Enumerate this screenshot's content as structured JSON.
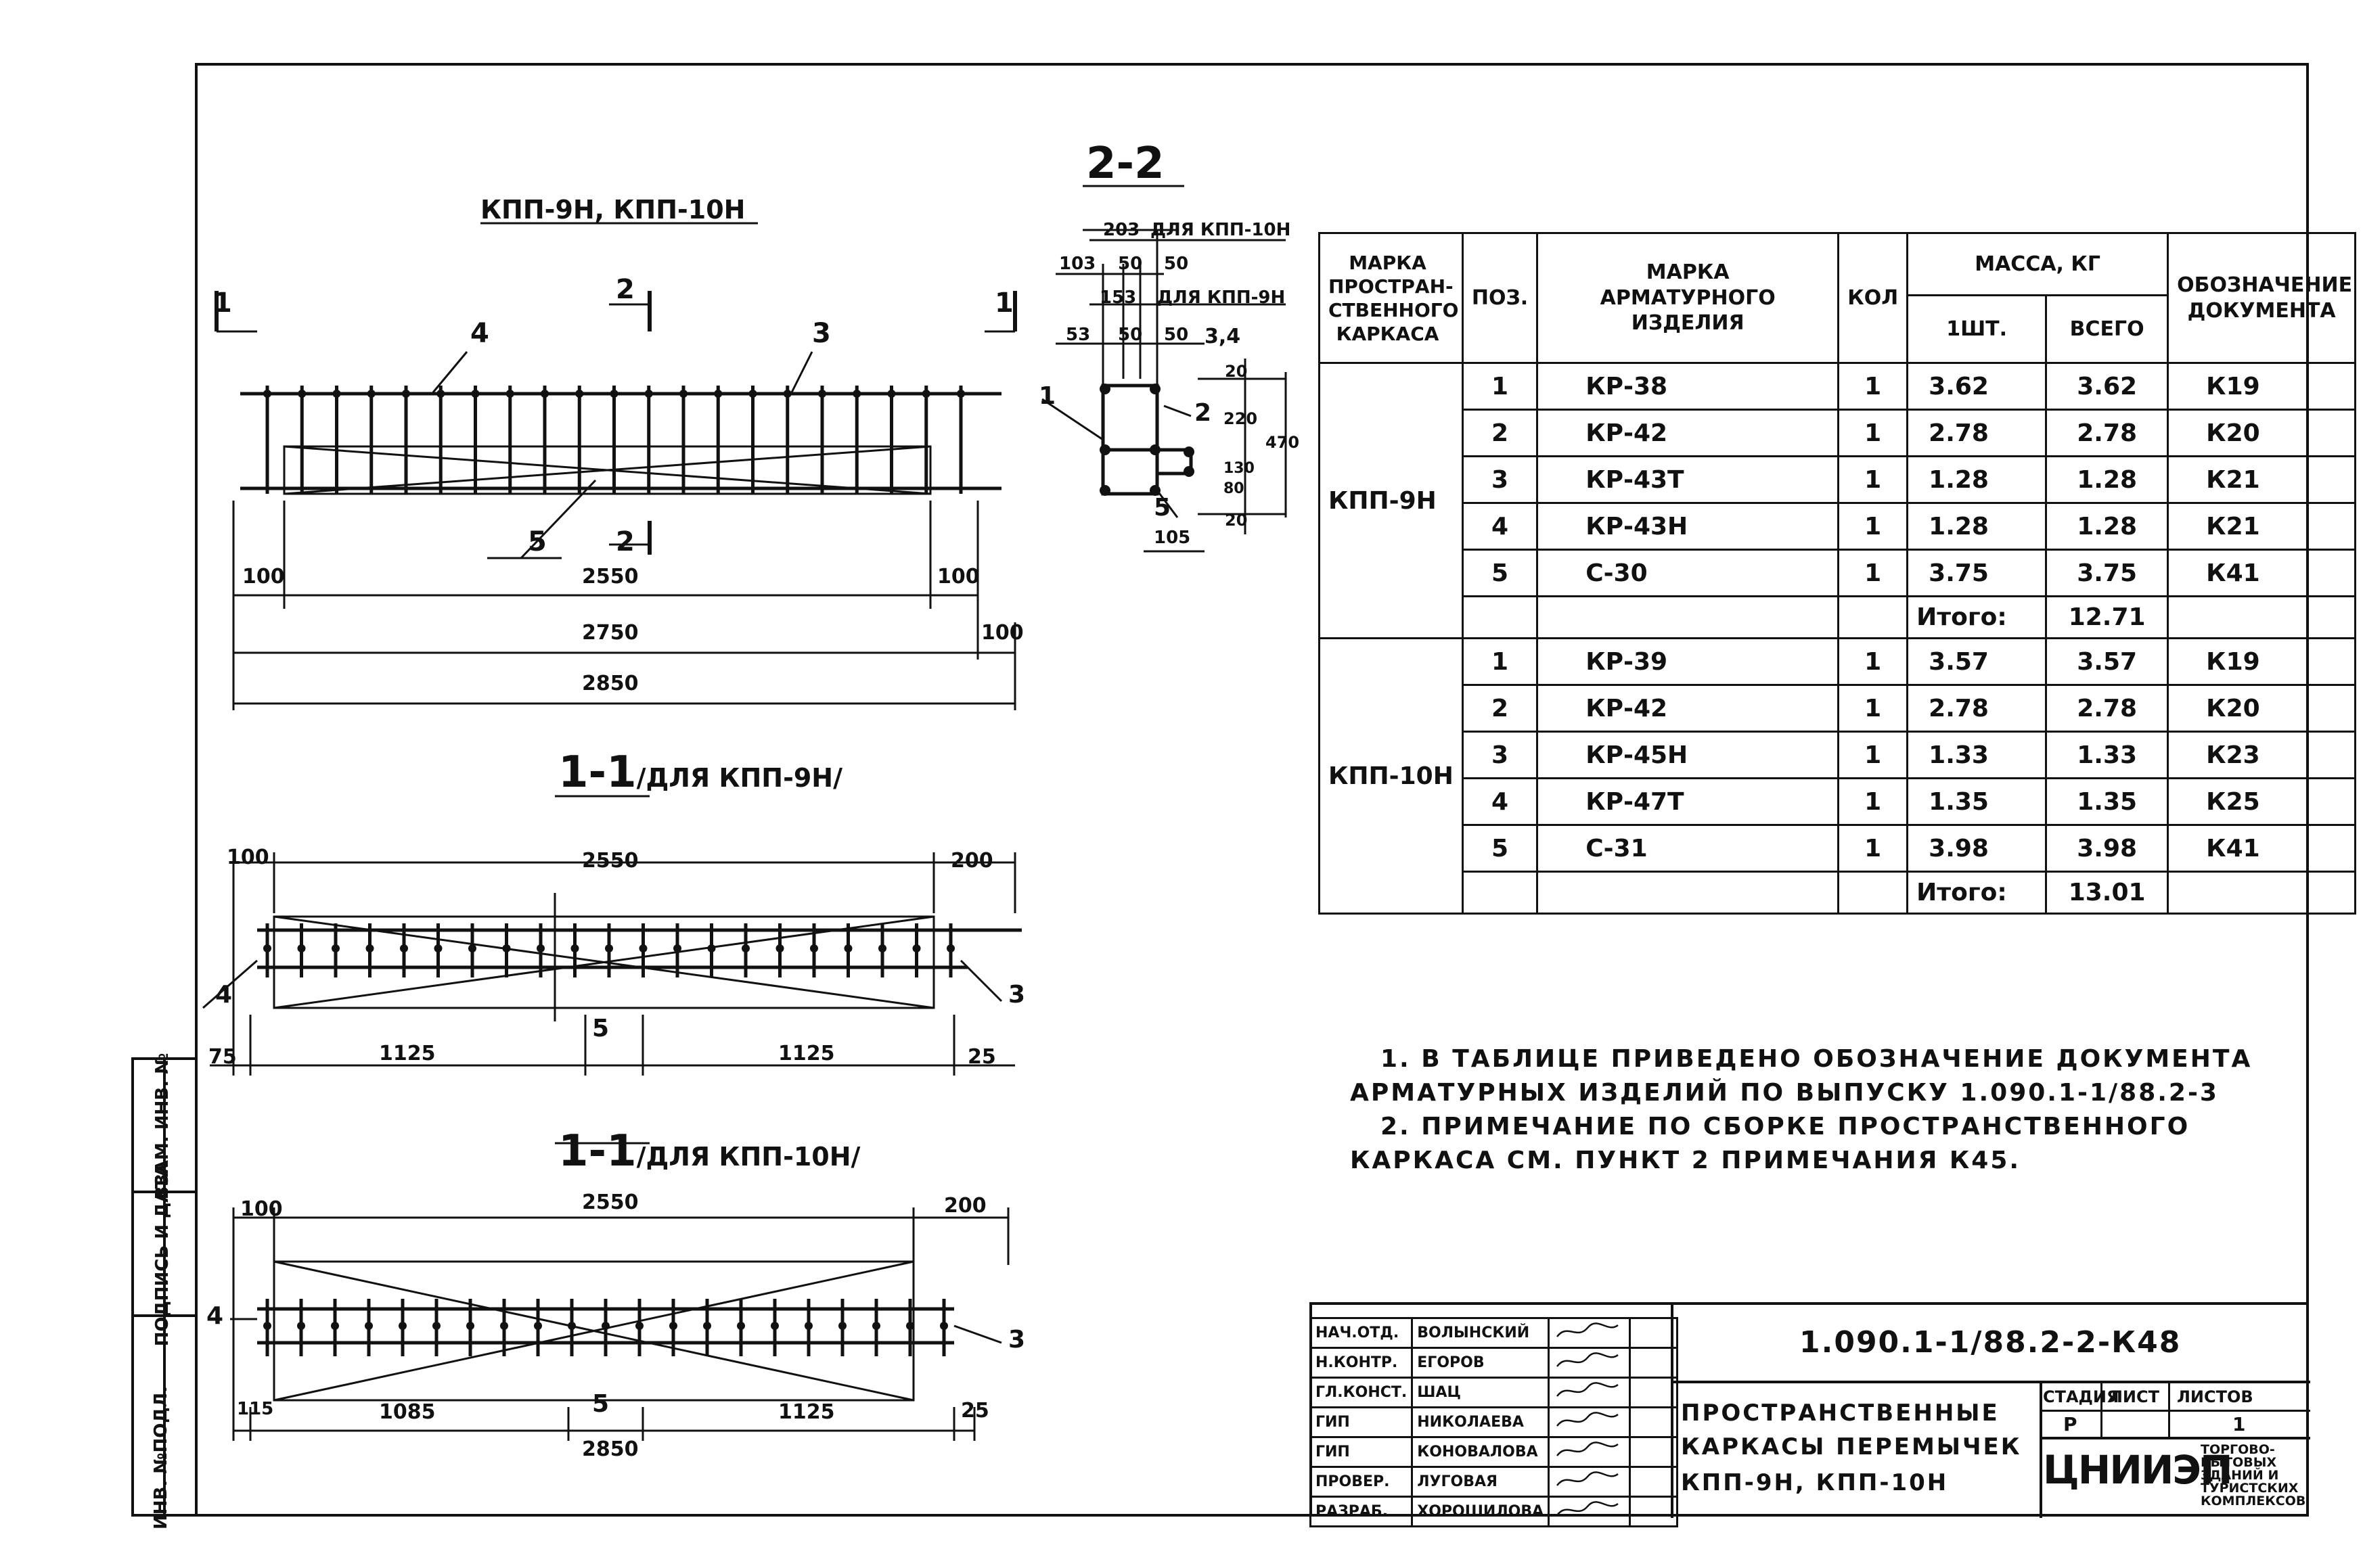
{
  "drawing": {
    "title_top": "КПП-9Н, КПП-10Н",
    "section_22": "2-2",
    "section_11_9": "1-1",
    "section_11_9_note": "/ДЛЯ КПП-9Н/",
    "section_11_10": "1-1",
    "section_11_10_note": "/ДЛЯ КПП-10Н/",
    "elev_dims": [
      "100",
      "2550",
      "100",
      "2750",
      "100",
      "2850"
    ],
    "elev_marks": [
      "1",
      "2",
      "1",
      "4",
      "3",
      "5",
      "2"
    ],
    "s9_dims": [
      "100",
      "2550",
      "200",
      "75",
      "1125",
      "1125",
      "25"
    ],
    "s9_marks": [
      "4",
      "5",
      "3"
    ],
    "s10_dims": [
      "100",
      "2550",
      "200",
      "115",
      "1085",
      "1125",
      "25",
      "2850"
    ],
    "s10_marks": [
      "4",
      "5",
      "3"
    ],
    "sec22_dims": [
      "203",
      "ДЛЯ КПП-10Н",
      "103",
      "50",
      "50",
      "153",
      "ДЛЯ КПП-9Н",
      "53",
      "50",
      "50",
      "3,4",
      "20",
      "220",
      "470",
      "20",
      "130",
      "80",
      "105"
    ],
    "sec22_marks": [
      "1",
      "2",
      "5"
    ]
  },
  "spec_table": {
    "headers": {
      "col1": "МАРКА ПРОСТРАН- СТВЕННОГО КАРКАСА",
      "col2": "ПОЗ.",
      "col3": "МАРКА АРМАТУРНОГО ИЗДЕЛИЯ",
      "col4": "КОЛ",
      "mass": "МАССА, КГ",
      "mass1": "1ШТ.",
      "mass2": "ВСЕГО",
      "col7": "ОБОЗНАЧЕНИЕ ДОКУМЕНТА"
    },
    "groups": [
      {
        "name": "КПП-9Н",
        "rows": [
          {
            "pos": "1",
            "mark": "КР-38",
            "qty": "1",
            "m1": "3.62",
            "mt": "3.62",
            "doc": "К19"
          },
          {
            "pos": "2",
            "mark": "КР-42",
            "qty": "1",
            "m1": "2.78",
            "mt": "2.78",
            "doc": "К20"
          },
          {
            "pos": "3",
            "mark": "КР-43Т",
            "qty": "1",
            "m1": "1.28",
            "mt": "1.28",
            "doc": "К21"
          },
          {
            "pos": "4",
            "mark": "КР-43Н",
            "qty": "1",
            "m1": "1.28",
            "mt": "1.28",
            "doc": "К21"
          },
          {
            "pos": "5",
            "mark": "С-30",
            "qty": "1",
            "m1": "3.75",
            "mt": "3.75",
            "doc": "К41"
          }
        ],
        "total_label": "Итого:",
        "total": "12.71"
      },
      {
        "name": "КПП-10Н",
        "rows": [
          {
            "pos": "1",
            "mark": "КР-39",
            "qty": "1",
            "m1": "3.57",
            "mt": "3.57",
            "doc": "К19"
          },
          {
            "pos": "2",
            "mark": "КР-42",
            "qty": "1",
            "m1": "2.78",
            "mt": "2.78",
            "doc": "К20"
          },
          {
            "pos": "3",
            "mark": "КР-45Н",
            "qty": "1",
            "m1": "1.33",
            "mt": "1.33",
            "doc": "К23"
          },
          {
            "pos": "4",
            "mark": "КР-47Т",
            "qty": "1",
            "m1": "1.35",
            "mt": "1.35",
            "doc": "К25"
          },
          {
            "pos": "5",
            "mark": "С-31",
            "qty": "1",
            "m1": "3.98",
            "mt": "3.98",
            "doc": "К41"
          }
        ],
        "total_label": "Итого:",
        "total": "13.01"
      }
    ]
  },
  "notes": {
    "line1": "1. В ТАБЛИЦЕ ПРИВЕДЕНО ОБОЗНАЧЕНИЕ ДОКУМЕНТА",
    "line2": "АРМАТУРНЫХ ИЗДЕЛИЙ ПО ВЫПУСКУ 1.090.1-1/88.2-3",
    "line3": "2. ПРИМЕЧАНИЕ ПО СБОРКЕ ПРОСТРАНСТВЕННОГО",
    "line4": "КАРКАСА СМ. ПУНКТ 2 ПРИМЕЧАНИЯ К45."
  },
  "side_stamp": {
    "inv": "ИНВ. №ПОДЛ.",
    "sign": "ПОДПИСЬ И ДАТА",
    "vzam": "ВЗАМ. ИНВ. №"
  },
  "title_block": {
    "code": "1.090.1-1/88.2-2-К48",
    "roles": [
      {
        "role": "НАЧ.ОТД.",
        "name": "ВОЛЫНСКИЙ"
      },
      {
        "role": "Н.КОНТР.",
        "name": "ЕГОРОВ"
      },
      {
        "role": "ГЛ.КОНСТ.",
        "name": "ШАЦ"
      },
      {
        "role": "ГИП",
        "name": "НИКОЛАЕВА"
      },
      {
        "role": "ГИП",
        "name": "КОНОВАЛОВА"
      },
      {
        "role": "ПРОВЕР.",
        "name": "ЛУГОВАЯ"
      },
      {
        "role": "РАЗРАБ.",
        "name": "ХОРОШИЛОВА"
      }
    ],
    "name_line1": "ПРОСТРАНСТВЕННЫЕ",
    "name_line2": "КАРКАСЫ ПЕРЕМЫЧЕК",
    "name_line3": "КПП-9Н, КПП-10Н",
    "stage_label": "СТАДИЯ",
    "sheet_label": "ЛИСТ",
    "sheets_label": "ЛИСТОВ",
    "stage": "Р",
    "sheet": "",
    "sheets": "1",
    "org": "ЦНИИЭП",
    "org_sub1": "ТОРГОВО-",
    "org_sub2": "БЫТОВЫХ",
    "org_sub3": "ЗДАНИЙ И",
    "org_sub4": "ТУРИСТСКИХ",
    "org_sub5": "КОМПЛЕКСОВ"
  }
}
